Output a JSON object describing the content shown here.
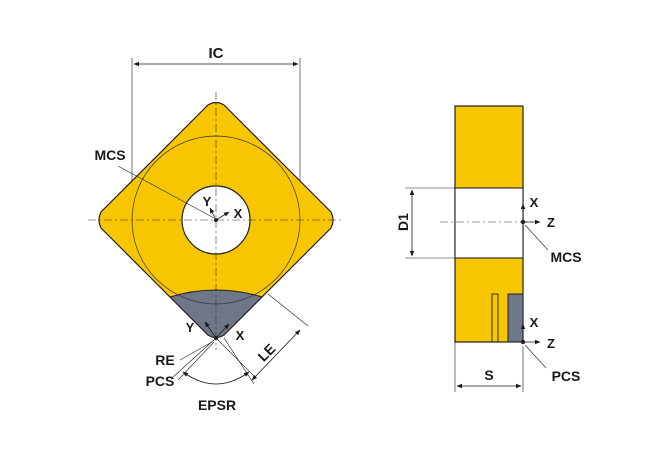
{
  "colors": {
    "insert_body": "#F7C600",
    "cutting_tip": "#6E7787",
    "outline": "#222222",
    "background": "#FFFFFF"
  },
  "front_view": {
    "labels": {
      "ic": "IC",
      "mcs": "MCS",
      "y_axis": "Y",
      "x_axis": "X",
      "tip_y": "Y",
      "tip_x": "X",
      "re": "RE",
      "pcs": "PCS",
      "le": "LE",
      "epsr": "EPSR"
    }
  },
  "side_view": {
    "labels": {
      "d1": "D1",
      "x_top": "X",
      "z_top": "Z",
      "mcs": "MCS",
      "x_bottom": "X",
      "z_bottom": "Z",
      "pcs": "PCS",
      "s": "S"
    }
  }
}
